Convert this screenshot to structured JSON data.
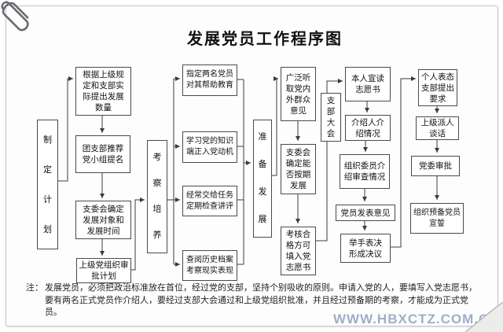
{
  "title": "发展党员工作程序图",
  "nodes": {
    "plan": "制定计划",
    "quota": "根据上级规\n定和支部实\n际提出发展\n数量",
    "recommend": "团支部推荐\n党小组提名",
    "target": "支委会确定\n发展对象和\n发展时间",
    "approve_plan": "上级党组织审\n批计划",
    "cultivate": "考察培养",
    "educators": "指定两名党员\n对其帮助教育",
    "study": "学习党的知识\n端正入党动机",
    "tasks": "经常交给任务\n定期检查讲评",
    "archives": "查阅历史档案\n考察现实表现",
    "prepare": "准备发展",
    "opinions": "广泛听\n取党内\n外群众\n意见",
    "schedule": "支委会\n确定能\n否按期\n发展",
    "qualify": "考核合\n格方可\n填入党\n志愿书",
    "branch_meeting": "支部大会",
    "read_application": "本人宣读\n志愿书",
    "introducers": "介绍人介\n绍情况",
    "committee_report": "组织委员介\n绍审查情况",
    "member_opinions": "党员发表意见",
    "vote": "举手表决\n形成决议",
    "statement": "个人表态\n支部提出\n要求",
    "talk": "上级派人\n谈话",
    "committee_approval": "党委审批",
    "oath": "组织预备党员\n宣誓"
  },
  "note": {
    "label": "注：",
    "text": "发展党员，必须把政治标准放在首位，经过党的支部，坚持个别吸收的原则。申请入党的人，要填写入党志愿书，要有两名正式党员作介绍人，要经过支部大会通过和上级党组织批准，并且经过预备期的考察，才能成为正式党员。"
  },
  "watermark": "WWW.HBXCTZ.COM.CN",
  "colors": {
    "line": "#3a3a3a",
    "watermark": "#97a6c4",
    "paper": "#fdfdfd"
  }
}
